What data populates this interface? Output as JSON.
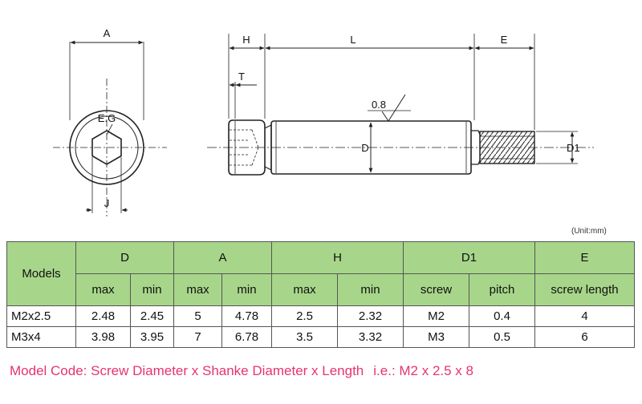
{
  "drawing": {
    "labels": {
      "A": "A",
      "H": "H",
      "L": "L",
      "E": "E",
      "T": "T",
      "EG": "E.G",
      "J": "J",
      "roughness": "0.8",
      "D": "D",
      "D1": "D1"
    }
  },
  "unit": "(Unit:mm)",
  "table": {
    "header": {
      "models": "Models",
      "groups": [
        "D",
        "A",
        "H",
        "D1",
        "E"
      ],
      "sub": [
        "max",
        "min",
        "max",
        "min",
        "max",
        "min",
        "screw",
        "pitch",
        "screw length"
      ]
    },
    "rows": [
      {
        "model": "M2x2.5",
        "cells": [
          "2.48",
          "2.45",
          "5",
          "4.78",
          "2.5",
          "2.32",
          "M2",
          "0.4",
          "4"
        ]
      },
      {
        "model": "M3x4",
        "cells": [
          "3.98",
          "3.95",
          "7",
          "6.78",
          "3.5",
          "3.32",
          "M3",
          "0.5",
          "6"
        ]
      }
    ]
  },
  "footer": {
    "model_code": "Model Code: Screw Diameter x Shanke Diameter x Length",
    "example": "i.e.: M2 x 2.5 x 8"
  },
  "colors": {
    "header_bg": "#a7d68a",
    "footer_text": "#e8336f",
    "line": "#222222"
  }
}
